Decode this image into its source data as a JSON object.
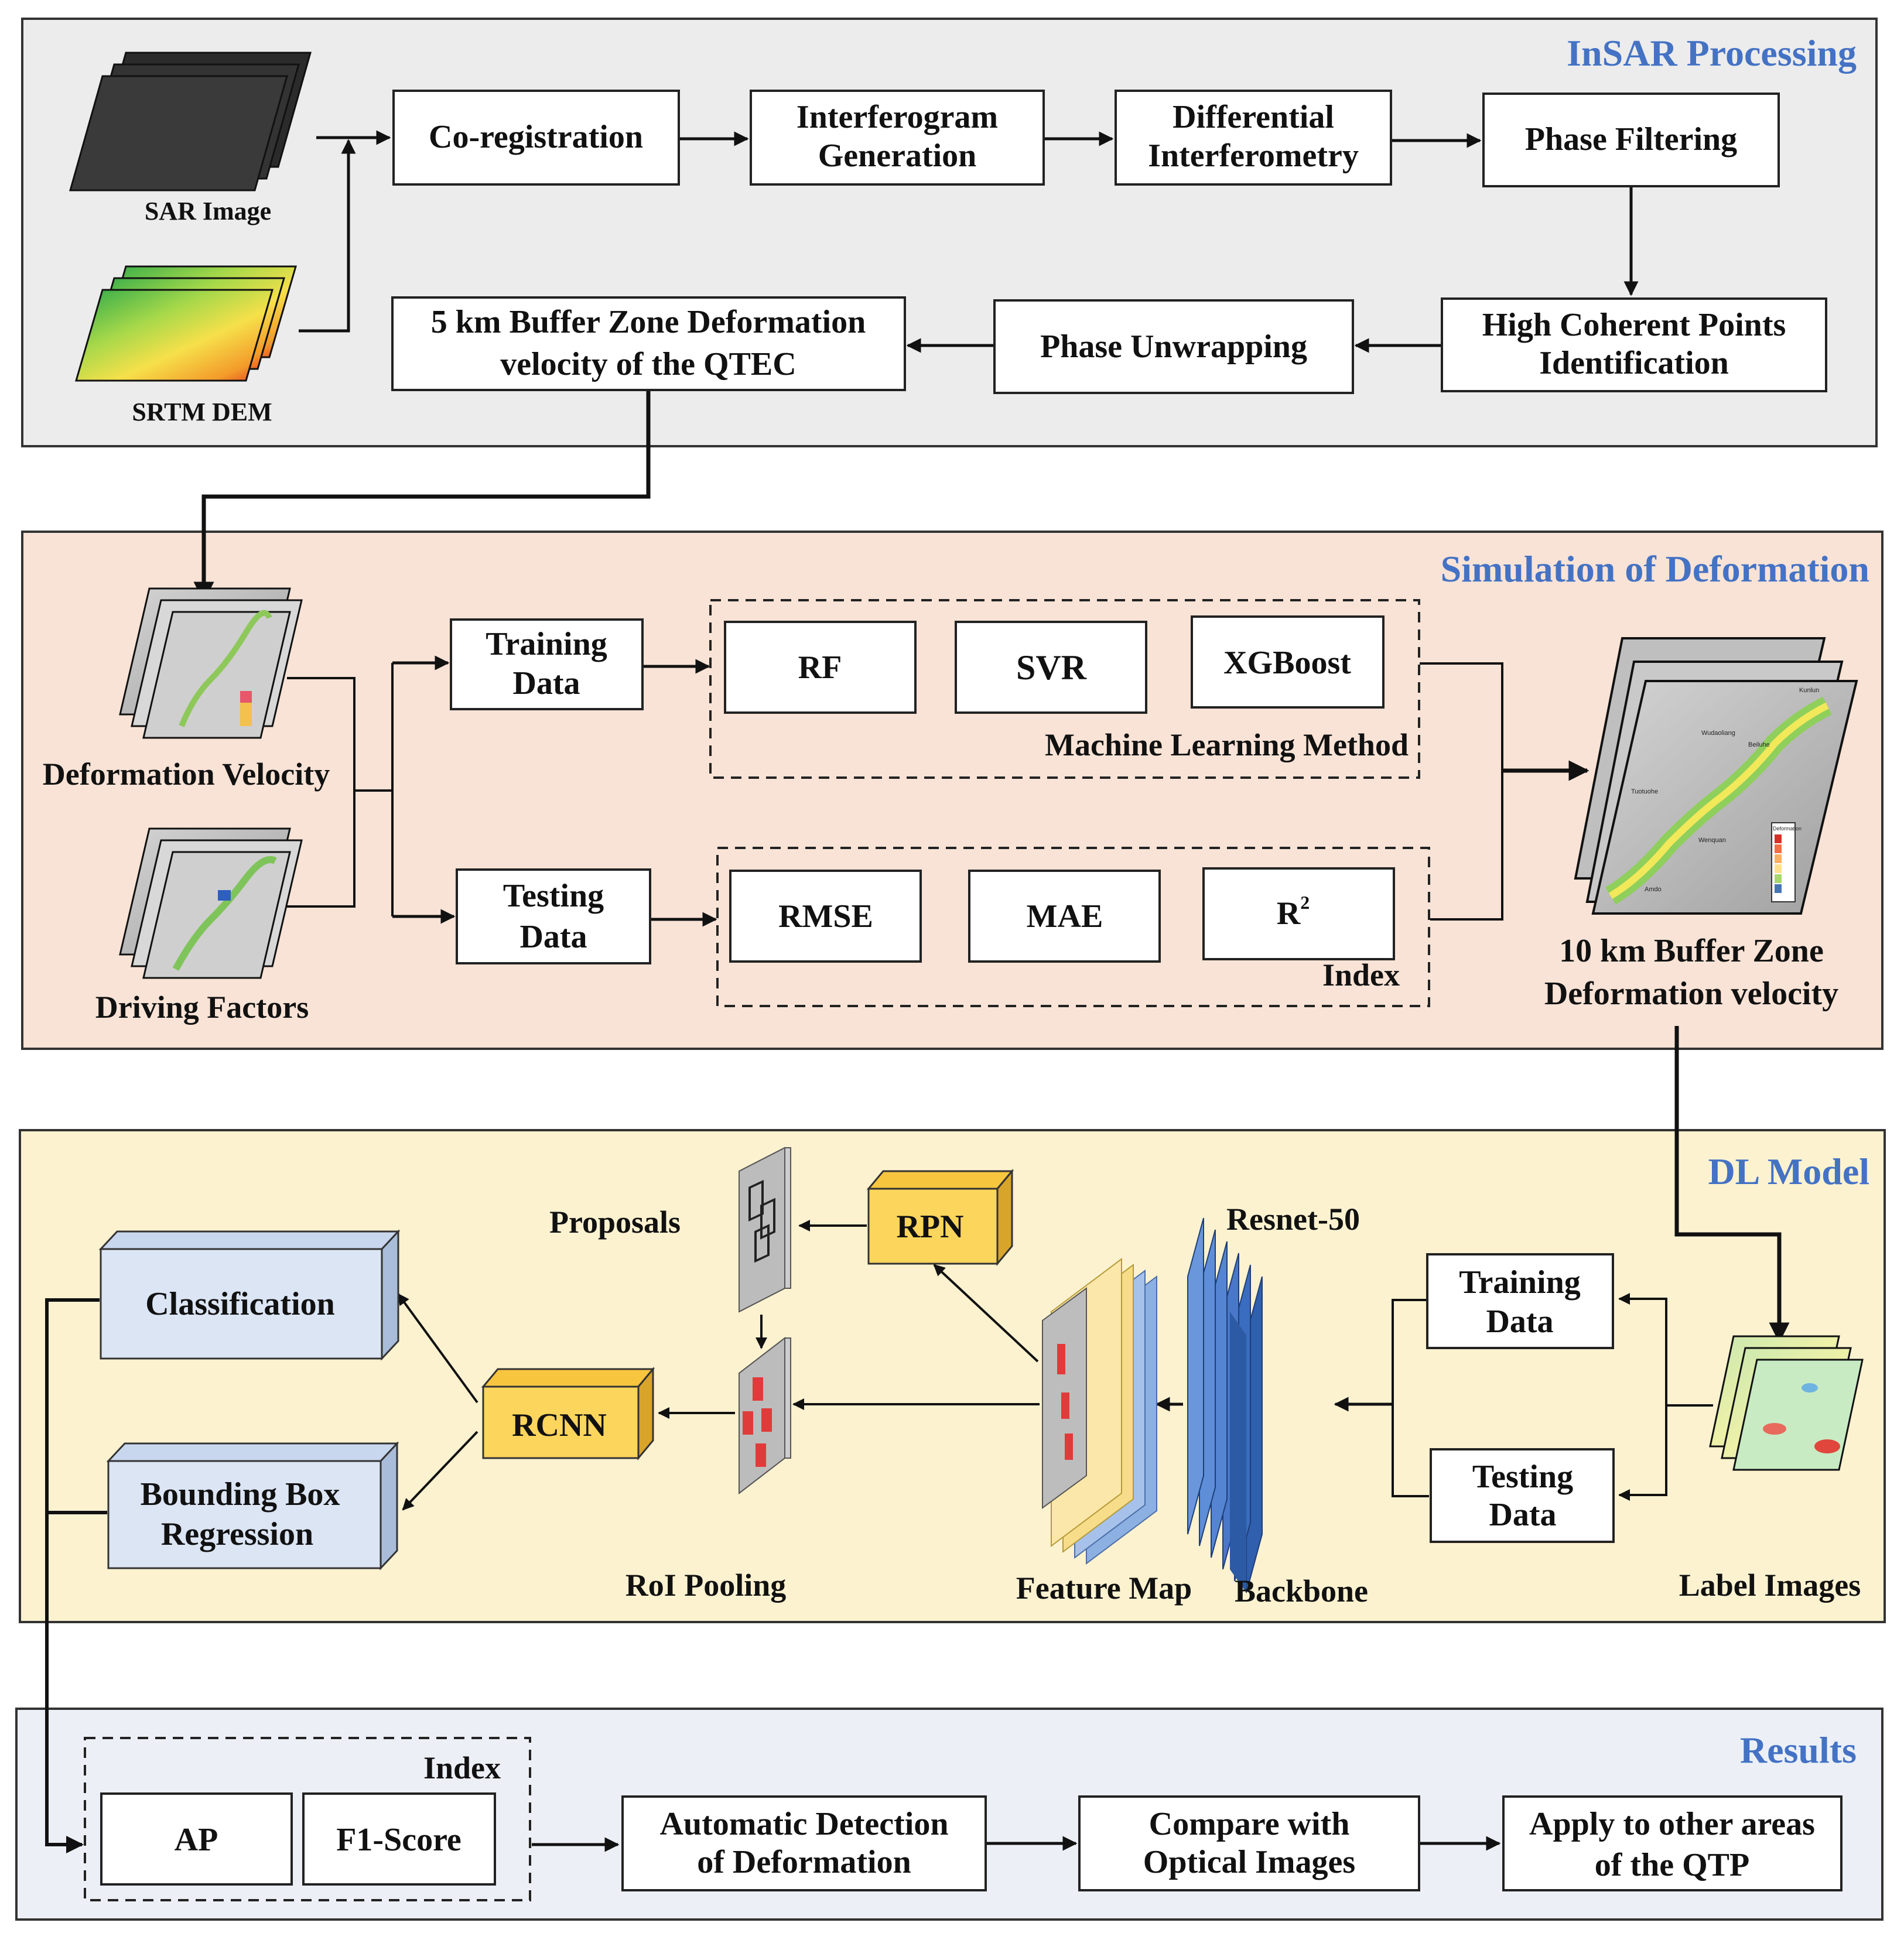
{
  "sections": {
    "insar": {
      "title": "InSAR Processing"
    },
    "simulation": {
      "title": "Simulation of Deformation"
    },
    "dl": {
      "title": "DL Model"
    },
    "results": {
      "title": "Results"
    }
  },
  "insar": {
    "sar_image_label": "SAR Image",
    "srtm_dem_label": "SRTM DEM",
    "coregistration": "Co-registration",
    "interferogram": [
      "Interferogram",
      "Generation"
    ],
    "differential": [
      "Differential",
      "Interferometry"
    ],
    "phase_filtering": "Phase Filtering",
    "high_coherent": [
      "High Coherent Points",
      "Identification"
    ],
    "phase_unwrapping": "Phase Unwrapping",
    "buffer5": [
      "5 km Buffer Zone Deformation",
      "velocity of the QTEC"
    ]
  },
  "simulation": {
    "deformation_velocity": "Deformation Velocity",
    "driving_factors": "Driving Factors",
    "training_data": [
      "Training",
      "Data"
    ],
    "testing_data": [
      "Testing",
      "Data"
    ],
    "ml_methods": [
      "RF",
      "SVR",
      "XGBoost"
    ],
    "ml_group_label": "Machine Learning Method",
    "index_items": [
      "RMSE",
      "MAE",
      "R"
    ],
    "r_superscript": "2",
    "index_group_label": "Index",
    "buffer10": [
      "10 km Buffer Zone",
      "Deformation  velocity"
    ],
    "map_place_names": [
      "Kunlun",
      "Wudaoliang",
      "Beiluhe",
      "Tuotuohe",
      "Wenquan",
      "Amdo"
    ],
    "map_legend_title": "Deformation"
  },
  "dl": {
    "proposals": "Proposals",
    "rpn": "RPN",
    "resnet": "Resnet-50",
    "classification": "Classification",
    "bbox_regression": [
      "Bounding Box",
      "Regression"
    ],
    "rcnn": "RCNN",
    "roi_pooling": "RoI Pooling",
    "feature_map": "Feature Map",
    "backbone": "Backbone",
    "training_data": [
      "Training",
      "Data"
    ],
    "testing_data": [
      "Testing",
      "Data"
    ],
    "label_images": "Label Images"
  },
  "results": {
    "index_label": "Index",
    "ap": "AP",
    "f1": "F1-Score",
    "automatic_detection": [
      "Automatic Detection",
      "of Deformation"
    ],
    "compare_optical": [
      "Compare with",
      "Optical Images"
    ],
    "apply_other": [
      "Apply to other areas",
      "of the QTP"
    ]
  },
  "colors": {
    "insar_bg": "#ececec",
    "simulation_bg": "#f9e3d6",
    "dl_bg": "#fdf2d0",
    "results_bg": "#ecf0f6",
    "title_blue": "#4472c4",
    "yellow_box": "#fcd55c",
    "blue_box": "#dbe5f4",
    "backbone_blue": "#4a78c8"
  }
}
